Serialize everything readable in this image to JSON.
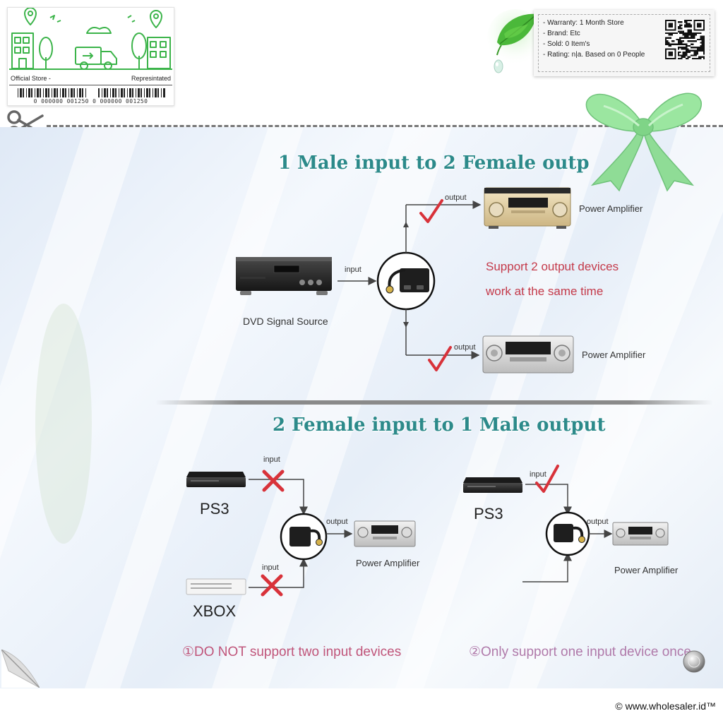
{
  "store_card": {
    "left_label": "Official Store -",
    "right_label": "Represintated",
    "barcode_digits": "0 000000 001250 0 000000 001250"
  },
  "info_card": {
    "lines": [
      "- Warranty: 1 Month Store",
      "- Brand: Etc",
      "- Sold: 0 Item's",
      "- Rating: n|a. Based on 0 People"
    ]
  },
  "section1": {
    "title": "1 Male input to 2 Female outp",
    "output_label_1": "output",
    "output_label_2": "output",
    "input_label": "input",
    "amp_label_1": "Power Amplifier",
    "amp_label_2": "Power Amplifier",
    "source_label": "DVD Signal Source",
    "note_line_1": "Support 2 output devices",
    "note_line_2": "work at the same time"
  },
  "section2": {
    "title": "2 Female input to 1 Male output",
    "left": {
      "ps3_label": "PS3",
      "xbox_label": "XBOX",
      "input_label_1": "input",
      "input_label_2": "input",
      "output_label": "output",
      "amp_label": "Power Amplifier",
      "note": "①DO NOT support two input devices"
    },
    "right": {
      "ps3_label": "PS3",
      "input_label": "input",
      "output_label": "output",
      "amp_label": "Power Amplifier",
      "note": "②Only support one input device once"
    }
  },
  "copyright": "© www.wholesaler.id™",
  "colors": {
    "heading": "#2c8a8a",
    "note_red": "#c43a4a",
    "note_pink": "#c0557a",
    "check_red": "#d8323a",
    "illustration_green": "#3cb44a"
  },
  "icons": [
    "scissors-icon",
    "bow-icon",
    "leaf-icon",
    "qr-code-icon",
    "barcode-icon",
    "check-icon",
    "cross-icon",
    "arrow-icon"
  ]
}
